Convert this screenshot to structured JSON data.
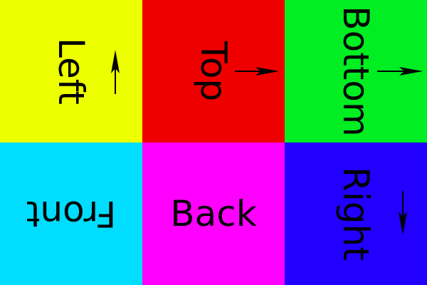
{
  "faces": {
    "left": {
      "label": "Left",
      "color": "#eeff00",
      "arrow": "up"
    },
    "top": {
      "label": "Top",
      "color": "#ee0000",
      "arrow": "right"
    },
    "bottom": {
      "label": "Bottom",
      "color": "#00ee22",
      "arrow": "right"
    },
    "front": {
      "label": "Front",
      "color": "#00ddff",
      "arrow": ""
    },
    "back": {
      "label": "Back",
      "color": "#ff00ff",
      "arrow": ""
    },
    "right": {
      "label": "Right",
      "color": "#2200ff",
      "arrow": "down"
    }
  },
  "arrow_color": "#000000",
  "arrow_icon": "arrow-icon"
}
